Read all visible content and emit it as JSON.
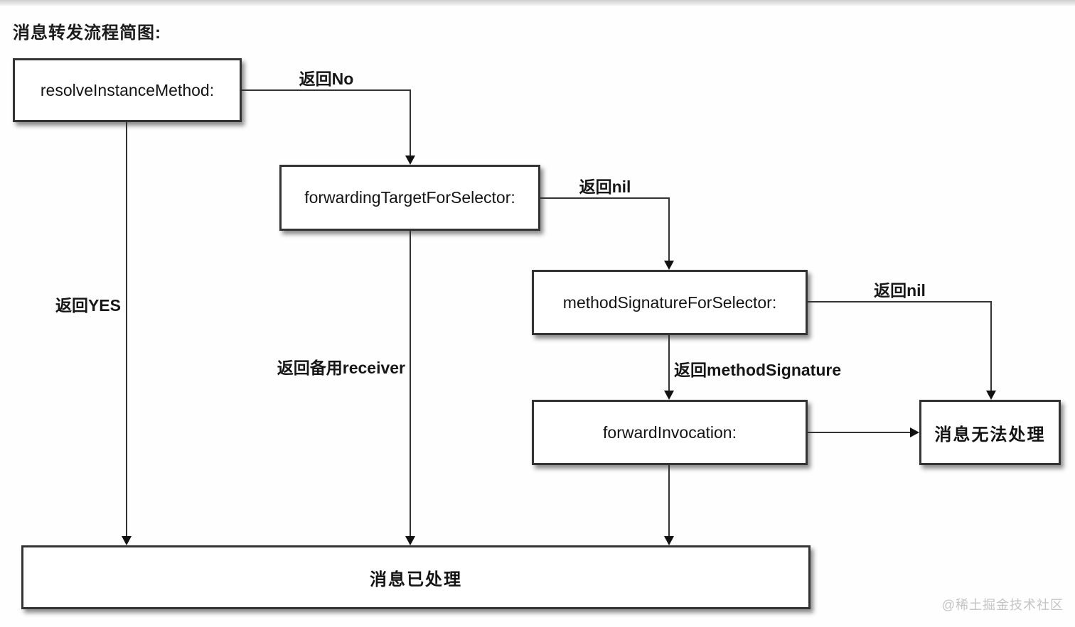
{
  "title": "消息转发流程简图:",
  "watermark": "@稀土掘金技术社区",
  "diagram": {
    "type": "flowchart",
    "nodes": [
      {
        "id": "resolve-instance-method",
        "label": "resolveInstanceMethod:"
      },
      {
        "id": "forwarding-target-for-selector",
        "label": "forwardingTargetForSelector:"
      },
      {
        "id": "method-signature-for-selector",
        "label": "methodSignatureForSelector:"
      },
      {
        "id": "forward-invocation",
        "label": "forwardInvocation:"
      },
      {
        "id": "message-cannot-be-handled",
        "label": "消息无法处理"
      },
      {
        "id": "message-handled",
        "label": "消息已处理"
      }
    ],
    "edges": [
      {
        "from": "resolve-instance-method",
        "to": "forwarding-target-for-selector",
        "label": "返回No"
      },
      {
        "from": "resolve-instance-method",
        "to": "message-handled",
        "label": "返回YES"
      },
      {
        "from": "forwarding-target-for-selector",
        "to": "method-signature-for-selector",
        "label": "返回nil"
      },
      {
        "from": "forwarding-target-for-selector",
        "to": "message-handled",
        "label": "返回备用receiver"
      },
      {
        "from": "method-signature-for-selector",
        "to": "forward-invocation",
        "label": "返回methodSignature"
      },
      {
        "from": "method-signature-for-selector",
        "to": "message-cannot-be-handled",
        "label": "返回nil"
      },
      {
        "from": "forward-invocation",
        "to": "message-cannot-be-handled",
        "label": ""
      },
      {
        "from": "forward-invocation",
        "to": "message-handled",
        "label": ""
      }
    ],
    "colors": {
      "node_border": "#333333",
      "node_fill": "#ffffff",
      "line": "#333333",
      "text": "#141414",
      "watermark": "#c4c4c4"
    }
  }
}
